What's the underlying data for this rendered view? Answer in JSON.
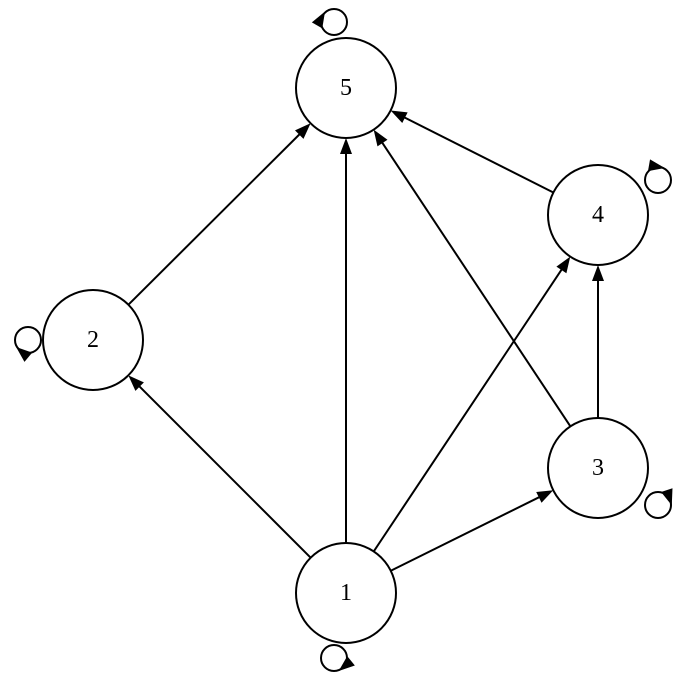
{
  "graph": {
    "nodes": [
      {
        "id": "1",
        "label": "1"
      },
      {
        "id": "2",
        "label": "2"
      },
      {
        "id": "3",
        "label": "3"
      },
      {
        "id": "4",
        "label": "4"
      },
      {
        "id": "5",
        "label": "5"
      }
    ],
    "edges": [
      {
        "from": "1",
        "to": "2"
      },
      {
        "from": "1",
        "to": "5"
      },
      {
        "from": "1",
        "to": "4"
      },
      {
        "from": "1",
        "to": "3"
      },
      {
        "from": "2",
        "to": "5"
      },
      {
        "from": "3",
        "to": "4"
      },
      {
        "from": "3",
        "to": "5"
      },
      {
        "from": "4",
        "to": "5"
      }
    ],
    "self_loops": [
      "1",
      "2",
      "3",
      "4",
      "5"
    ],
    "colors": {
      "stroke": "#000000",
      "fill": "#ffffff"
    }
  }
}
